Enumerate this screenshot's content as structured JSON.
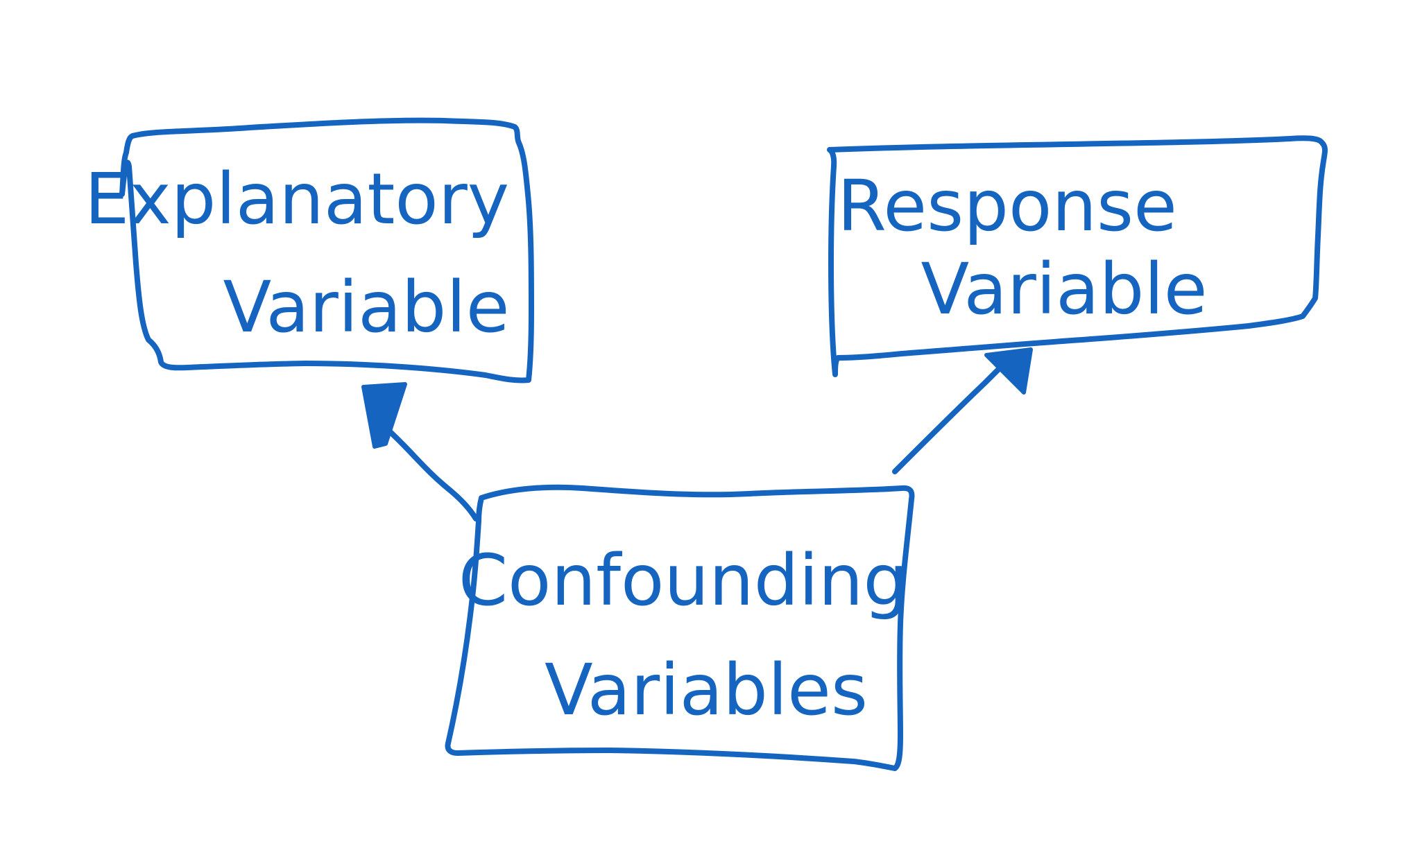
{
  "diagram": {
    "nodes": [
      {
        "id": "explanatory",
        "line1": "Explanatory",
        "line2": "Variable"
      },
      {
        "id": "response",
        "line1": "Response",
        "line2": "Variable"
      },
      {
        "id": "confounding",
        "line1": "Confounding",
        "line2": "Variables"
      }
    ],
    "edges": [
      {
        "from": "confounding",
        "to": "explanatory"
      },
      {
        "from": "confounding",
        "to": "response"
      }
    ],
    "style": {
      "ink_color": "#1565c0",
      "background": "#ffffff"
    }
  }
}
